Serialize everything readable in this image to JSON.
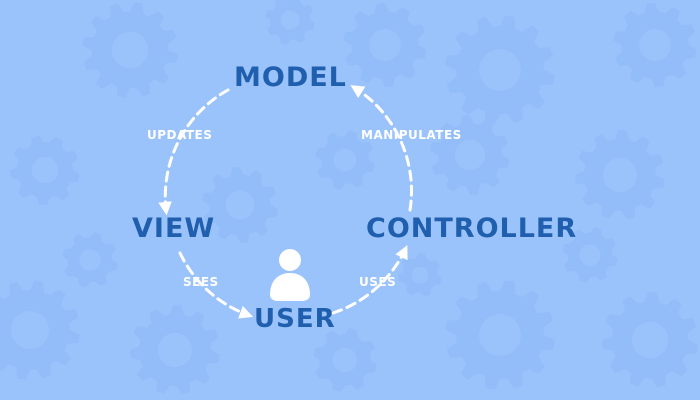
{
  "colors": {
    "background": "#9bc3fb",
    "gear_fill": "#92bdf8",
    "gear_hole": "#9bc3fb",
    "node_text": "#1f5fae",
    "edge_text": "#ffffff",
    "arrow": "#ffffff",
    "user_icon": "#ffffff"
  },
  "nodes": {
    "model": "MODEL",
    "view": "VIEW",
    "controller": "CONTROLLER",
    "user": "USER"
  },
  "edges": {
    "updates": "UPDATES",
    "manipulates": "MANIPULATES",
    "sees": "SEES",
    "uses": "USES"
  },
  "icons": {
    "user": "person-icon",
    "background": "gear-icon"
  }
}
